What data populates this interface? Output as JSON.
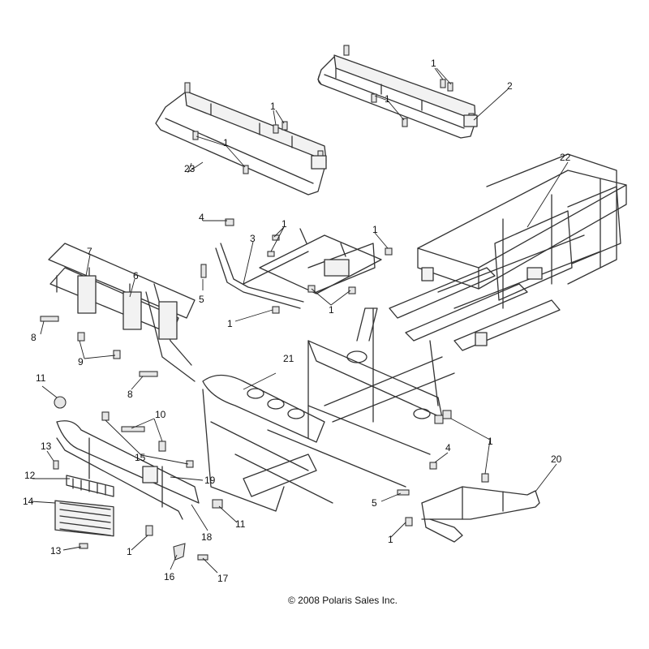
{
  "copyright": "© 2008 Polaris Sales Inc.",
  "callouts": {
    "seat_rear_hw_1a": "1",
    "seat_rear_hw_1b": "1",
    "seat_rear": "2",
    "seat_front_hw_1a": "1",
    "seat_front_hw_1b": "1",
    "seat_front": "23",
    "rear_frame": "22",
    "bracket_4": "4",
    "bolt_1_top": "1",
    "bolt_1_right": "1",
    "mid_bracket": "3",
    "bolt_5": "5",
    "bolt_1_mid": "1",
    "bolt_1_left": "1",
    "front_support_7": "7",
    "front_support_6": "6",
    "bolt_8_top": "8",
    "nut_9": "9",
    "bolt_8_low": "8",
    "main_frame": "21",
    "grommet_11": "11",
    "bolt_10": "10",
    "screw_13_top": "13",
    "bolt_1_side": "1",
    "bumper_15": "15",
    "grille_12": "12",
    "bracket_19": "19",
    "screen_14": "14",
    "plug_11": "11",
    "bumper_18": "18",
    "nut_4_side": "4",
    "bumper_20": "20",
    "bolt_5_side": "5",
    "bolt_1_low": "1",
    "screw_13_low": "13",
    "bolt_1_bottom": "1",
    "clip_16": "16",
    "screw_17": "17"
  }
}
